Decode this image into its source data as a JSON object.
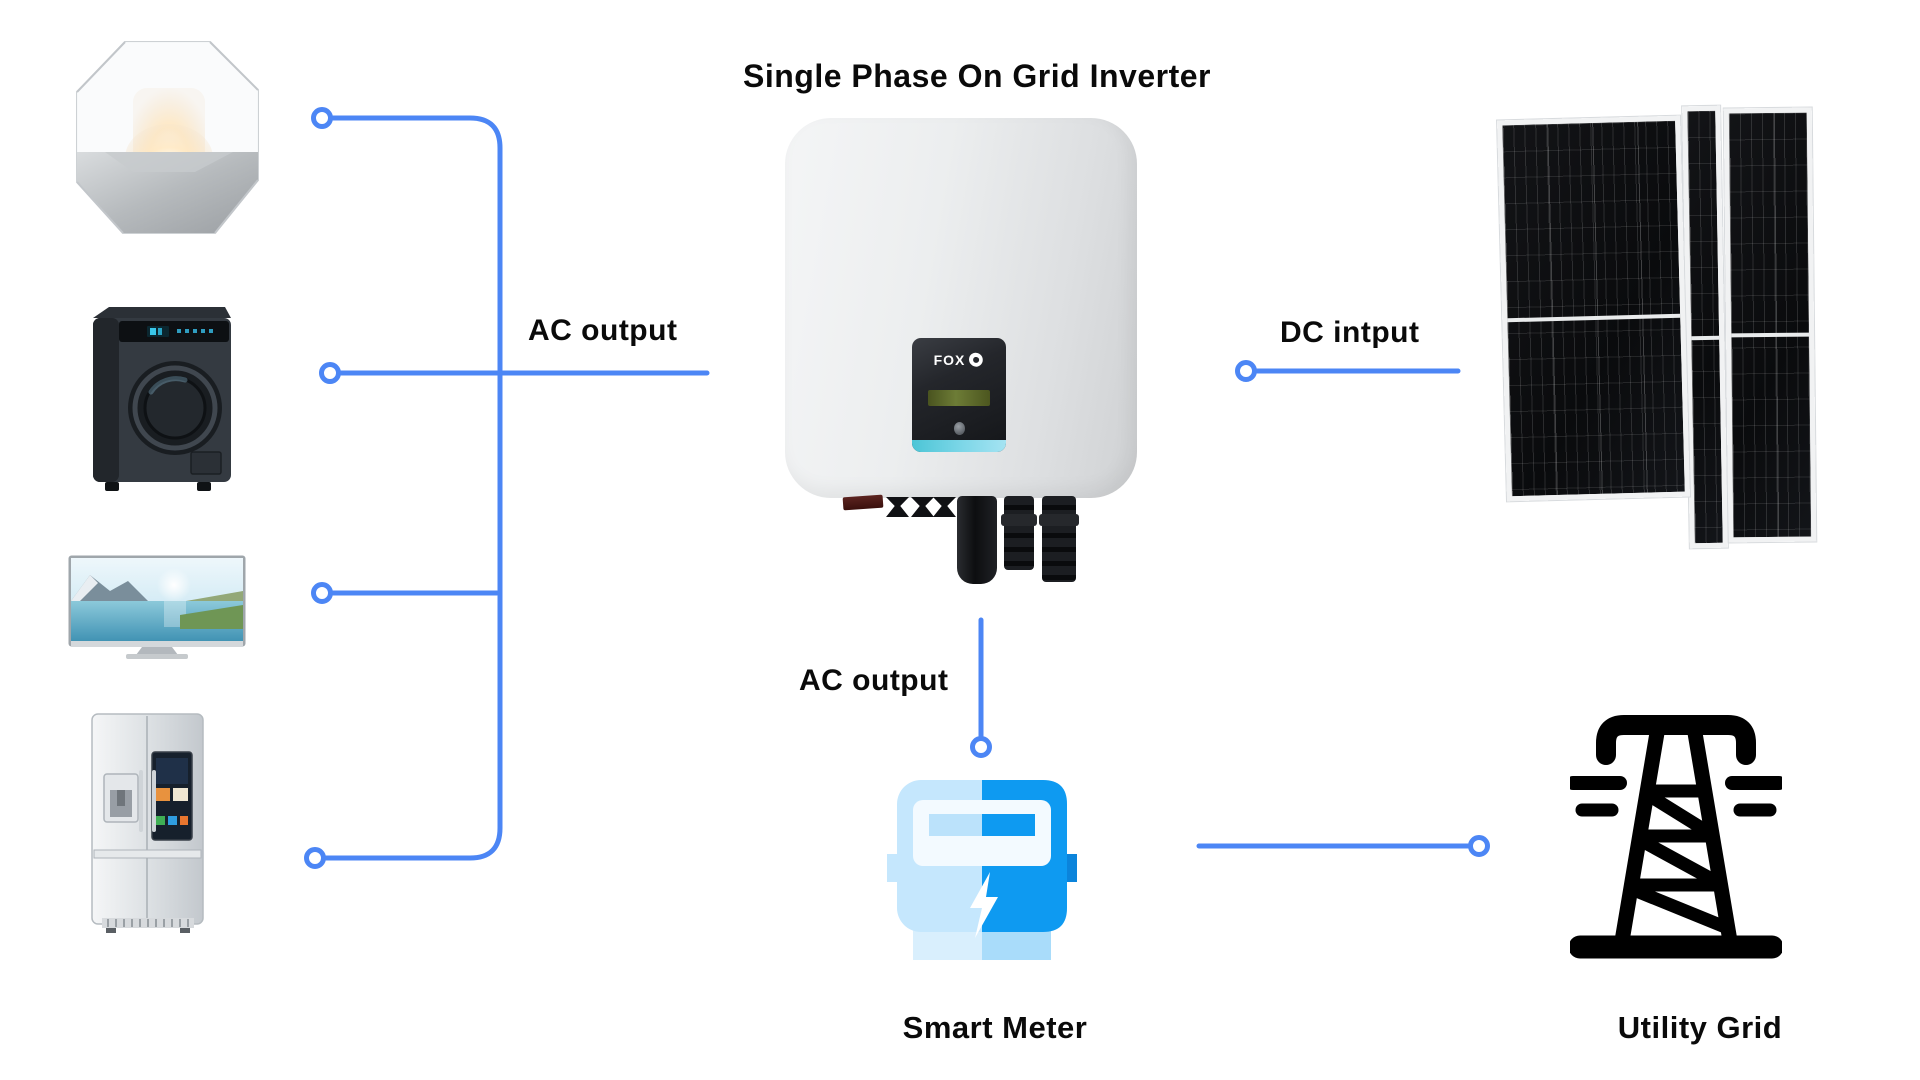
{
  "title": "Single Phase On Grid Inverter",
  "connections": {
    "ac_output_left": "AC output",
    "dc_input": "DC intput",
    "ac_output_bottom": "AC output"
  },
  "devices": {
    "inverter": {
      "brand": "FOX",
      "type": "single-phase-on-grid-inverter"
    },
    "smart_meter": {
      "caption": "Smart Meter"
    },
    "utility_grid": {
      "caption": "Utility Grid"
    },
    "appliances": [
      "table-lamp",
      "washing-machine",
      "tv",
      "refrigerator"
    ],
    "solar_panels": {
      "count": 3
    }
  },
  "icons": [
    "table-lamp-icon",
    "washing-machine-icon",
    "tv-icon",
    "refrigerator-icon",
    "solar-panels-icon",
    "smart-meter-icon",
    "utility-grid-tower-icon",
    "fox-logo-icon"
  ],
  "colors": {
    "wire_blue": "#4C86F5",
    "meter_blue": "#0E9AF1",
    "meter_light_blue": "#C5E7FD",
    "inverter_accent_cyan": "#63CEDF",
    "tower_black": "#000000"
  }
}
